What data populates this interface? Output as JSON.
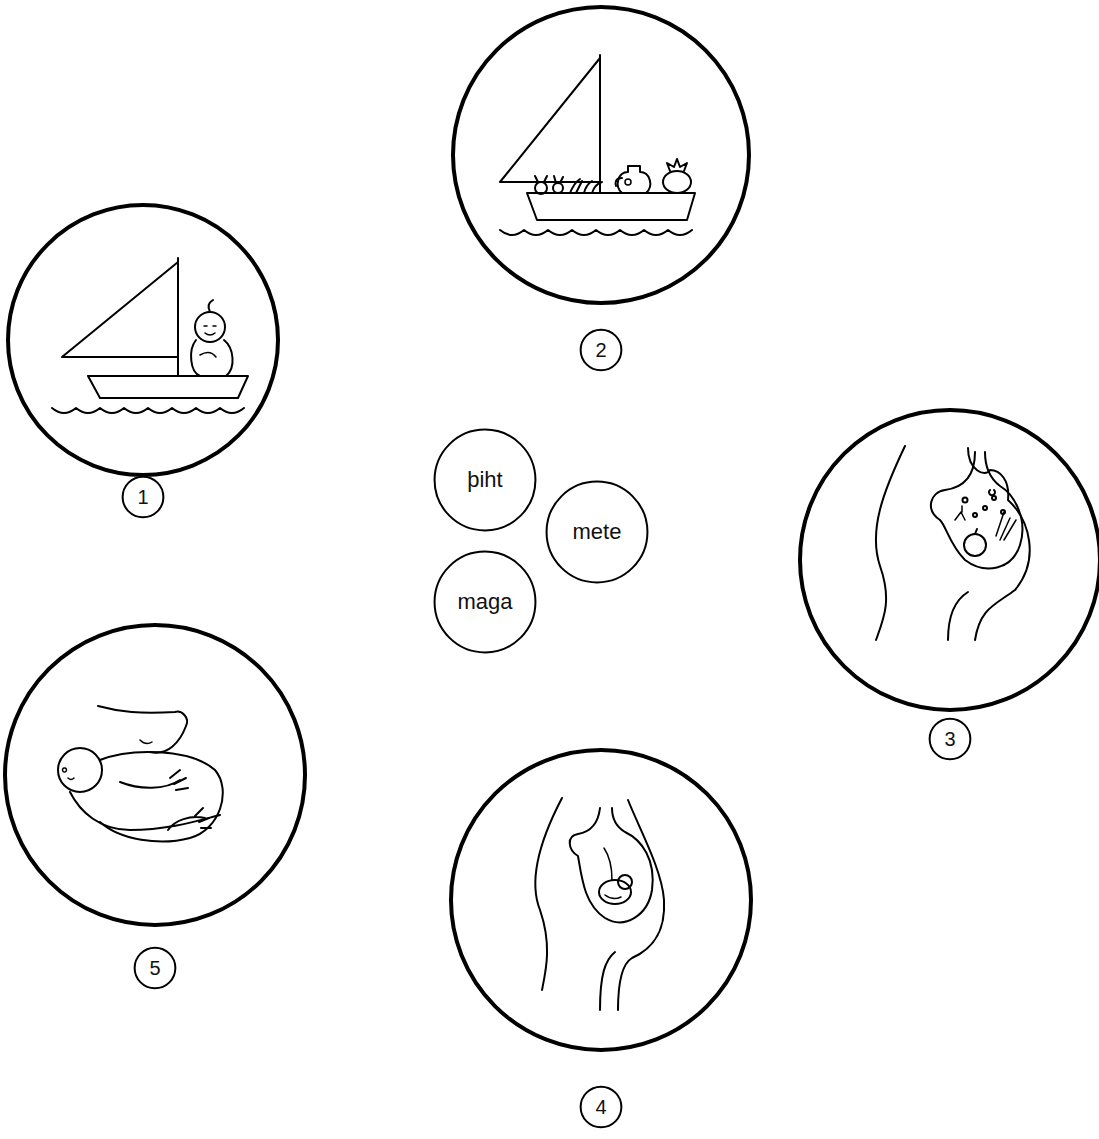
{
  "diagram": {
    "nodes": [
      {
        "text": [
          "2"
        ]
      },
      {
        "text": [
          "1"
        ]
      },
      {
        "text": [
          "þiht"
        ]
      },
      {
        "text": [
          "mete"
        ]
      },
      {
        "text": [
          "maga"
        ]
      },
      {
        "text": [
          "3"
        ]
      },
      {
        "text": [
          "5"
        ]
      },
      {
        "text": [
          "4"
        ]
      }
    ]
  }
}
